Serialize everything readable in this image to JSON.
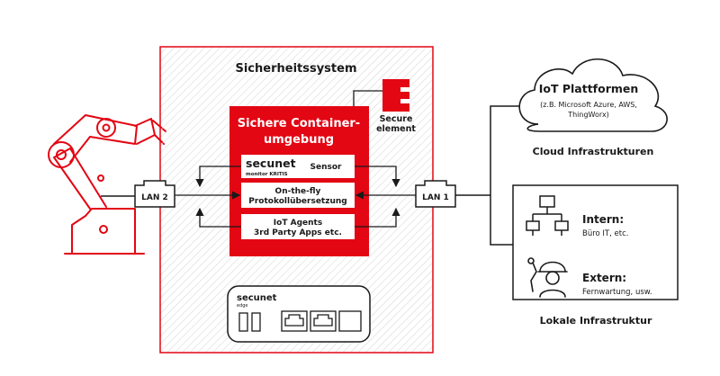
{
  "colors": {
    "red": "#e30613",
    "dark": "#1a1a1a",
    "hatch": "#d8d8d8"
  },
  "security_system": {
    "title": "Sicherheitssystem"
  },
  "container": {
    "title_line1": "Sichere Container-",
    "title_line2": "umgebung",
    "secunet_logo": "secunet",
    "secunet_sub": "monitor KRITIS",
    "sensor_label": "Sensor",
    "box2_line1": "On-the-fly",
    "box2_line2": "Protokollübersetzung",
    "box3_line1": "IoT Agents",
    "box3_line2": "3rd Party Apps etc."
  },
  "secure_element": {
    "line1": "Secure",
    "line2": "element"
  },
  "lan": {
    "left": "LAN 2",
    "right": "LAN 1"
  },
  "device": {
    "logo": "secunet",
    "sub": "edge"
  },
  "cloud": {
    "title": "IoT Plattformen",
    "line1": "(z.B. Microsoft Azure, AWS,",
    "line2": "ThingWorx)",
    "caption": "Cloud Infrastrukturen"
  },
  "local": {
    "intern_title": "Intern:",
    "intern_sub": "Büro IT, etc.",
    "extern_title": "Extern:",
    "extern_sub": "Fernwartung, usw.",
    "caption": "Lokale Infrastruktur"
  },
  "icons": {
    "robot": "robot-arm-icon",
    "network": "network-computers-icon",
    "worker": "technician-icon",
    "port": "ethernet-port-icon"
  }
}
